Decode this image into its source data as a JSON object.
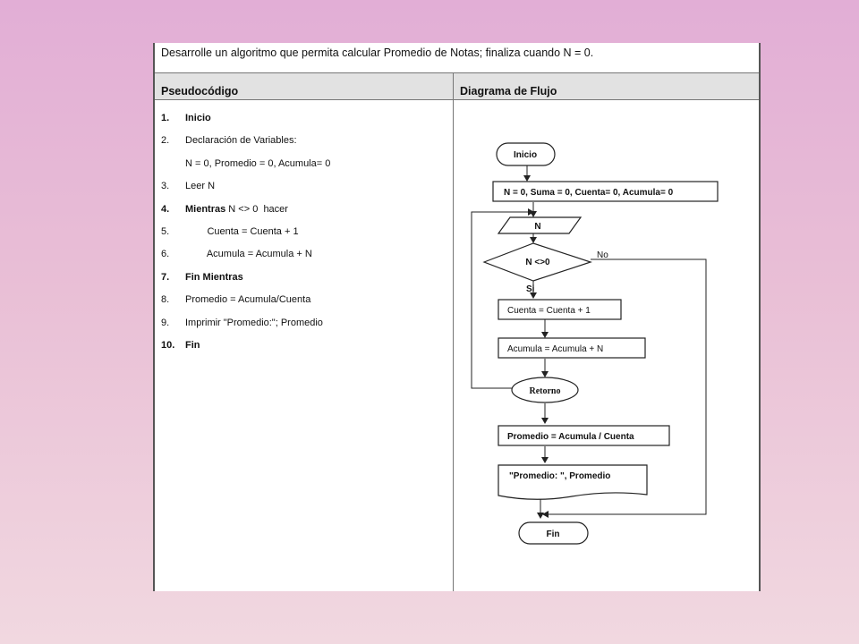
{
  "title": "Desarrolle un algoritmo que permita calcular Promedio de Notas; finaliza cuando N = 0.",
  "headers": {
    "pseudocode": "Pseudocódigo",
    "flowchart": "Diagrama de Flujo"
  },
  "pseudocode": [
    {
      "num": "1.",
      "parts": [
        {
          "t": "Inicio",
          "b": true
        }
      ]
    },
    {
      "num": "2.",
      "parts": [
        {
          "t": "Declaración de Variables:",
          "b": false
        }
      ]
    },
    {
      "num": "",
      "parts": [
        {
          "t": "N = 0, Promedio = 0, Acumula= 0",
          "b": false
        }
      ]
    },
    {
      "num": "3.",
      "parts": [
        {
          "t": "Leer N",
          "b": false
        }
      ]
    },
    {
      "num": "4.",
      "parts": [
        {
          "t": "Mientras",
          "b": true
        },
        {
          "t": " N <> 0  hacer",
          "b": false
        }
      ]
    },
    {
      "num": "5.",
      "parts": [
        {
          "t": "        Cuenta = Cuenta + 1",
          "b": false
        }
      ]
    },
    {
      "num": "6.",
      "parts": [
        {
          "t": "        Acumula = Acumula + N",
          "b": false
        }
      ]
    },
    {
      "num": "7.",
      "parts": [
        {
          "t": "Fin Mientras",
          "b": true
        }
      ]
    },
    {
      "num": "8.",
      "parts": [
        {
          "t": "Promedio = Acumula/Cuenta",
          "b": false
        }
      ]
    },
    {
      "num": "9.",
      "parts": [
        {
          "t": "Imprimir \"Promedio:\"; Promedio",
          "b": false
        }
      ]
    },
    {
      "num": "10.",
      "parts": [
        {
          "t": "Fin",
          "b": true
        }
      ]
    }
  ],
  "flowchart": {
    "start": "Inicio",
    "init": "N = 0, Suma = 0, Cuenta= 0, Acumula= 0",
    "input": "N",
    "decision": "N <>0",
    "no_label": "No",
    "yes_label": "Si",
    "step1": "Cuenta = Cuenta  + 1",
    "step2": "Acumula = Acumula   + N",
    "loop": "Retorno",
    "average": "Promedio = Acumula / Cuenta",
    "output": "\"Promedio: \", Promedio",
    "end": "Fin"
  }
}
